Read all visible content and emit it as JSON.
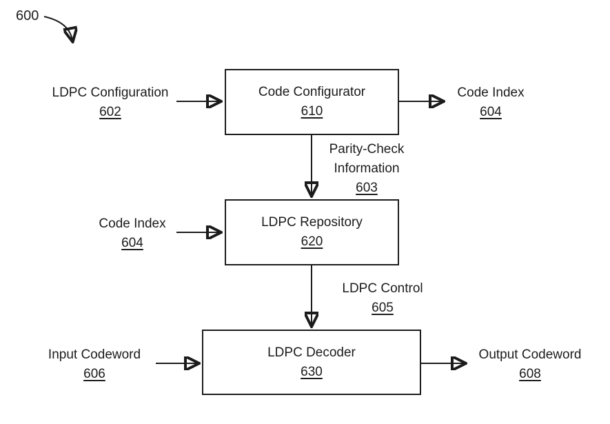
{
  "figure": {
    "ref": "600"
  },
  "nodes": {
    "code_configurator": {
      "title": "Code Configurator",
      "ref": "610"
    },
    "ldpc_repository": {
      "title": "LDPC Repository",
      "ref": "620"
    },
    "ldpc_decoder": {
      "title": "LDPC Decoder",
      "ref": "630"
    }
  },
  "io_labels": {
    "ldpc_configuration": {
      "text": "LDPC Configuration",
      "ref": "602"
    },
    "code_index_out": {
      "text": "Code Index",
      "ref": "604"
    },
    "code_index_in": {
      "text": "Code Index",
      "ref": "604"
    },
    "input_codeword": {
      "text": "Input Codeword",
      "ref": "606"
    },
    "output_codeword": {
      "text": "Output Codeword",
      "ref": "608"
    }
  },
  "edge_labels": {
    "parity_check_information": {
      "line1": "Parity-Check",
      "line2": "Information",
      "ref": "603"
    },
    "ldpc_control": {
      "text": "LDPC Control",
      "ref": "605"
    }
  },
  "colors": {
    "ink": "#1b1b1b",
    "background": "#ffffff"
  }
}
